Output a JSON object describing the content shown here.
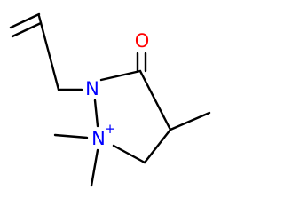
{
  "molecule": {
    "atoms": {
      "oxygen": {
        "symbol": "O",
        "color": "#ff0000"
      },
      "n2": {
        "symbol": "N",
        "color": "#0000ff"
      },
      "n1": {
        "symbol": "N",
        "color": "#0000ff",
        "charge": "+"
      }
    },
    "bond_color": "#000000"
  }
}
